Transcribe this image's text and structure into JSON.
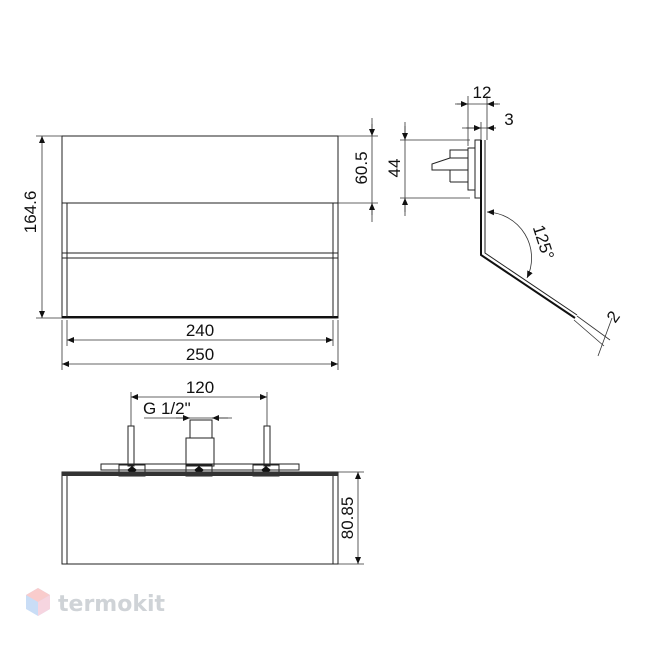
{
  "dimensions": {
    "front_width_inner": "240",
    "front_width_outer": "250",
    "front_height": "164.6",
    "side_top_height": "60.5",
    "side_plate_height": "44",
    "side_offset_12": "12",
    "side_offset_3": "3",
    "side_angle": "125°",
    "side_thickness": "2",
    "top_spacing": "120",
    "top_thread": "G 1/2\"",
    "top_depth": "80.85"
  },
  "brand": {
    "name": "termokit",
    "accent_colors": [
      "#f5a3a3",
      "#9ec3f0",
      "#f0b3c8"
    ]
  }
}
